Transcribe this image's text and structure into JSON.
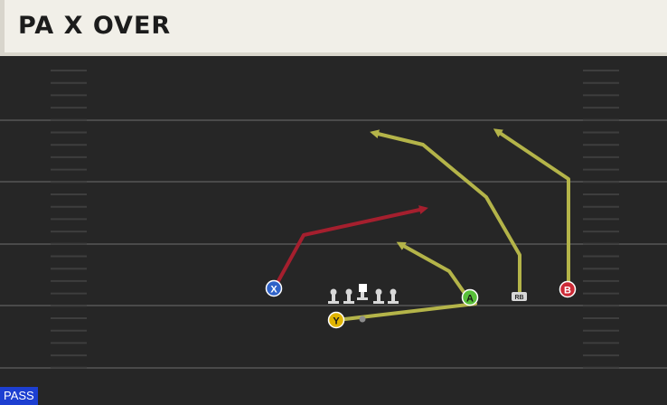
{
  "play": {
    "title": "PA X OVER",
    "type_badge": "PASS"
  },
  "colors": {
    "field": "#262626",
    "yard_line": "#4a4a4a",
    "route_primary": "#b4b449",
    "route_hot": "#a51f2e",
    "button_x": "#2f62c8",
    "button_y": "#e0b400",
    "button_a": "#58bf3a",
    "button_b": "#cc2a36",
    "badge": "#1d3fd1"
  },
  "receivers": {
    "x": {
      "label": "X",
      "icon": "x-button-icon"
    },
    "y": {
      "label": "Y",
      "icon": "y-button-icon"
    },
    "a": {
      "label": "A",
      "icon": "a-button-icon"
    },
    "b": {
      "label": "B",
      "icon": "b-button-icon"
    },
    "rb": {
      "label": "RB",
      "icon": "running-back-icon"
    }
  }
}
